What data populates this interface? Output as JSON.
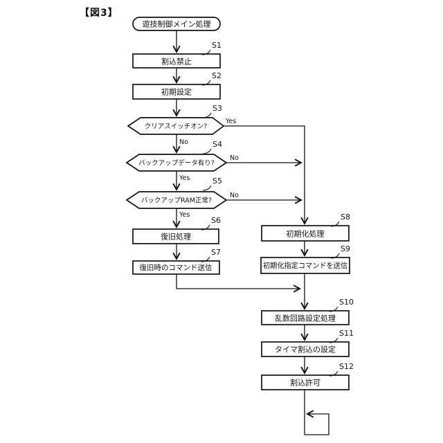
{
  "figure_label": "【図3】",
  "flowchart": {
    "title": "遊技制御メイン処理",
    "steps": [
      {
        "step": "S1",
        "type": "process",
        "label": "割込禁止"
      },
      {
        "step": "S2",
        "type": "process",
        "label": "初期設定"
      },
      {
        "step": "S3",
        "type": "decision",
        "label": "クリアスイッチオン?",
        "yes": "Yes",
        "no": "No"
      },
      {
        "step": "S4",
        "type": "decision",
        "label": "バックアップデータ有り?",
        "yes": "Yes",
        "no": "No"
      },
      {
        "step": "S5",
        "type": "decision",
        "label": "バックアップRAM正常?",
        "yes": "Yes",
        "no": "No"
      },
      {
        "step": "S6",
        "type": "process",
        "label": "復旧処理"
      },
      {
        "step": "S7",
        "type": "process",
        "label": "復旧時のコマンド送信"
      },
      {
        "step": "S8",
        "type": "process",
        "label": "初期化処理"
      },
      {
        "step": "S9",
        "type": "process",
        "label": "初期化指定コマンドを送信"
      },
      {
        "step": "S10",
        "type": "process",
        "label": "乱数回路設定処理"
      },
      {
        "step": "S11",
        "type": "process",
        "label": "タイマ割込の設定"
      },
      {
        "step": "S12",
        "type": "process",
        "label": "割込許可"
      }
    ]
  },
  "colors": {
    "line": "#111111",
    "background": "#ffffff"
  }
}
